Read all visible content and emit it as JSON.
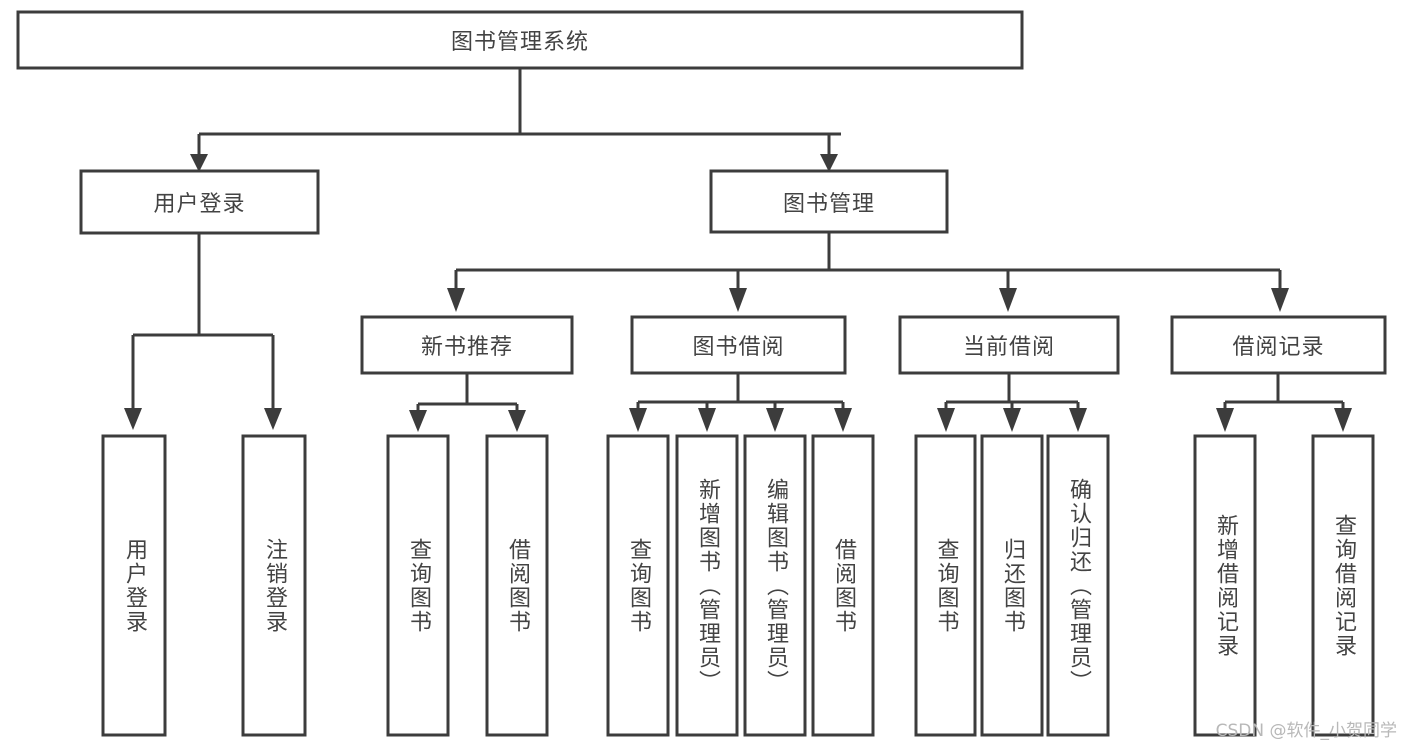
{
  "diagram": {
    "type": "tree",
    "title": "图书管理系统",
    "root": {
      "label": "图书管理系统"
    },
    "level1": [
      {
        "label": "用户登录"
      },
      {
        "label": "图书管理"
      }
    ],
    "level2": [
      {
        "label": "新书推荐"
      },
      {
        "label": "图书借阅"
      },
      {
        "label": "当前借阅"
      },
      {
        "label": "借阅记录"
      }
    ],
    "leaves": {
      "user_login": [
        {
          "label": "用户登录"
        },
        {
          "label": "注销登录"
        }
      ],
      "new_book_recommend": [
        {
          "label": "查询图书"
        },
        {
          "label": "借阅图书"
        }
      ],
      "book_borrow": [
        {
          "label": "查询图书"
        },
        {
          "label": "新增图书（管理员）"
        },
        {
          "label": "编辑图书（管理员）"
        },
        {
          "label": "借阅图书"
        }
      ],
      "current_borrow": [
        {
          "label": "查询图书"
        },
        {
          "label": "归还图书"
        },
        {
          "label": "确认归还（管理员）"
        }
      ],
      "borrow_record": [
        {
          "label": "新增借阅记录"
        },
        {
          "label": "查询借阅记录"
        }
      ]
    },
    "colors": {
      "stroke": "#3c3c3c",
      "fill": "#ffffff",
      "text": "#434343",
      "watermark": "#b8b8b8"
    }
  },
  "watermark": {
    "text": "CSDN @软件_小贺同学"
  }
}
